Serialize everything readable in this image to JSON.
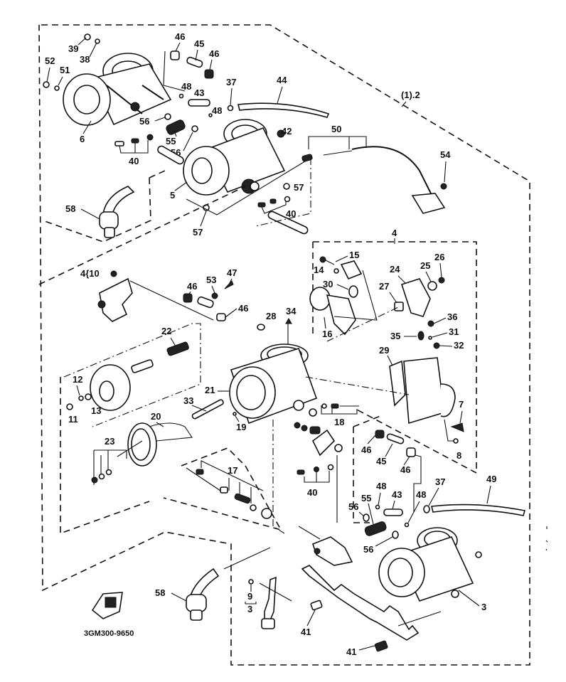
{
  "diagram": {
    "title": "Carburetor assembly exploded parts diagram",
    "figure_code": "3GM300-9650",
    "group_labels": {
      "assembly_1_2": "(1).2",
      "group_4": "4",
      "group_4_10": "4{10",
      "group_9_3_top": "9",
      "group_9_3_bottom": "3"
    },
    "callouts": {
      "c3": "3",
      "c5": "5",
      "c6": "6",
      "c7": "7",
      "c8": "8",
      "c11": "11",
      "c12": "12",
      "c13": "13",
      "c14": "14",
      "c15": "15",
      "c16": "16",
      "c17": "17",
      "c18": "18",
      "c19": "19",
      "c20": "20",
      "c21": "21",
      "c22": "22",
      "c23": "23",
      "c24": "24",
      "c25": "25",
      "c26": "26",
      "c27": "27",
      "c28": "28",
      "c29": "29",
      "c30": "30",
      "c31": "31",
      "c32": "32",
      "c33": "33",
      "c34": "34",
      "c35": "35",
      "c36": "36",
      "c37a": "37",
      "c37b": "37",
      "c38": "38",
      "c39": "39",
      "c40a": "40",
      "c40b": "40",
      "c40c": "40",
      "c41a": "41",
      "c41b": "41",
      "c42": "42",
      "c43a": "43",
      "c43b": "43",
      "c44": "44",
      "c45a": "45",
      "c45b": "45",
      "c46a": "46",
      "c46b": "46",
      "c46c": "46",
      "c46d": "46",
      "c46e": "46",
      "c46f": "46",
      "c47": "47",
      "c48a": "48",
      "c48b": "48",
      "c48c": "48",
      "c48d": "48",
      "c49": "49",
      "c50": "50",
      "c51": "51",
      "c52": "52",
      "c53": "53",
      "c54": "54",
      "c55a": "55",
      "c55b": "55",
      "c56a": "56",
      "c56b": "56",
      "c56c": "56",
      "c56d": "56",
      "c57a": "57",
      "c57b": "57",
      "c58a": "58",
      "c58b": "58"
    }
  }
}
